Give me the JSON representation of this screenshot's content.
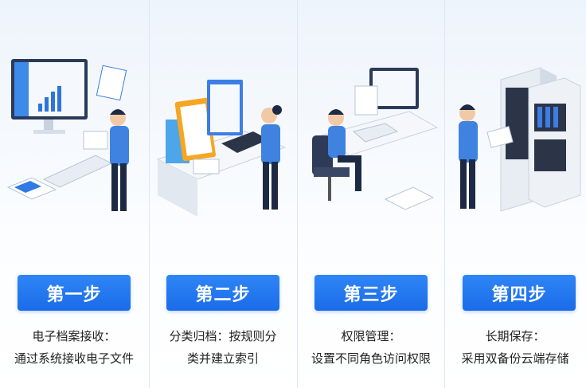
{
  "steps": [
    {
      "label": "第一步",
      "title": "电子档案接收：",
      "detail": "通过系统接收电子文件"
    },
    {
      "label": "第二步",
      "title": "分类归档：按规则分",
      "detail": "类并建立索引"
    },
    {
      "label": "第三步",
      "title": "权限管理：",
      "detail": "设置不同角色访问权限"
    },
    {
      "label": "第四步",
      "title": "长期保存：",
      "detail": "采用双备份云端存储"
    }
  ],
  "colors": {
    "accent": "#1f74ee",
    "person_shirt": "#3f82e0",
    "pants": "#1e2a44"
  }
}
